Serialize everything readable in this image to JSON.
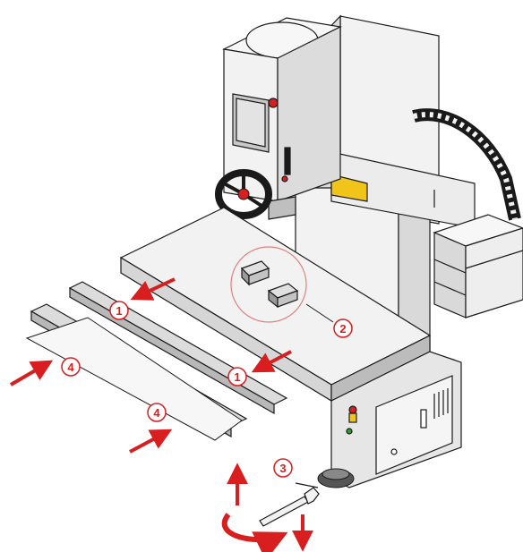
{
  "colors": {
    "outline": "#1a1a1a",
    "metal_light": "#f2f2f2",
    "metal_mid": "#d9d9d9",
    "metal_dark": "#9a9a9a",
    "accent_red": "#d81e1e",
    "yellow": "#f0c419",
    "green": "#2ca02c",
    "callout_ring": "#e08080"
  },
  "callouts": [
    {
      "label": "1"
    },
    {
      "label": "1"
    },
    {
      "label": "2"
    },
    {
      "label": "3"
    },
    {
      "label": "4"
    },
    {
      "label": "4"
    }
  ],
  "icons": {
    "handwheel": "handwheel-icon",
    "wrench": "wrench-icon",
    "rotate": "rotate-arrow-icon"
  }
}
